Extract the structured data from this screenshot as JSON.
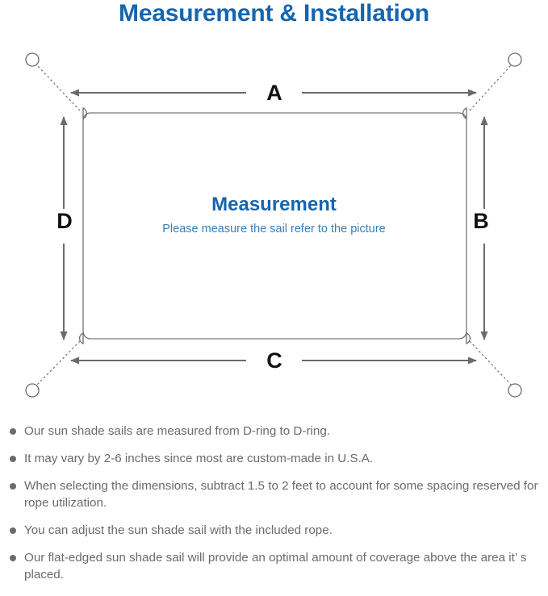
{
  "title": "Measurement & Installation",
  "diagram": {
    "center_heading": "Measurement",
    "center_subtitle": "Please measure the sail refer to the picture",
    "dimension_labels": {
      "top": "A",
      "right": "B",
      "bottom": "C",
      "left": "D"
    },
    "icons": {
      "anchor_post": "circle-anchor-icon",
      "d_ring": "d-ring-icon",
      "rope": "dotted-rope-line-icon",
      "dimension_arrow": "double-arrow-icon"
    },
    "colors": {
      "title_blue": "#1565ad",
      "subtitle_blue": "#3a7fb5",
      "line_gray": "#6b6b6b",
      "sail_border": "#777777",
      "label_black": "#111111"
    }
  },
  "notes": [
    "Our sun shade sails are measured from D-ring to D-ring.",
    "It may vary by 2-6 inches since most are custom-made in U.S.A.",
    "When selecting the dimensions, subtract 1.5 to 2 feet to account for some spacing reserved for rope utilization.",
    "You can adjust the sun shade sail with the included rope.",
    "Our flat-edged sun shade sail will provide an optimal amount of coverage above the area it’ s placed."
  ]
}
